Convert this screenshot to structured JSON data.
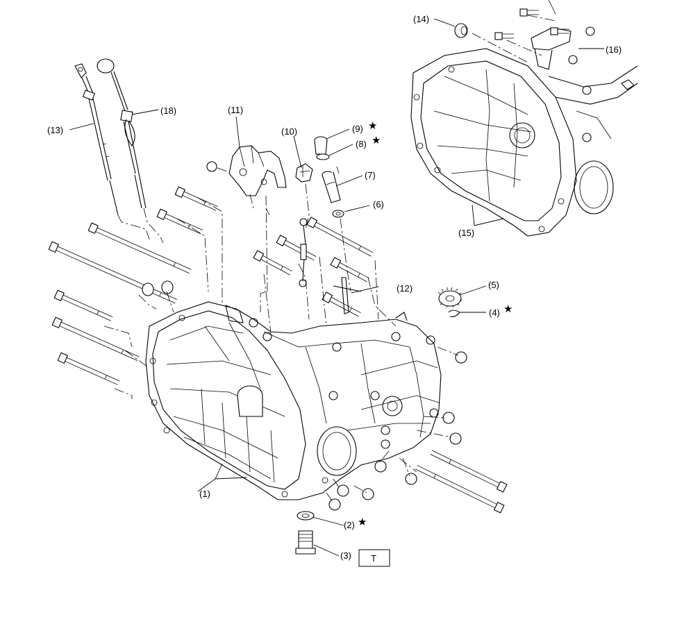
{
  "callouts": {
    "c1": "(1)",
    "c2": "(2)",
    "c3": "(3)",
    "c4": "(4)",
    "c5": "(5)",
    "c6": "(6)",
    "c7": "(7)",
    "c8": "(8)",
    "c9": "(9)",
    "c10": "(10)",
    "c11": "(11)",
    "c12": "(12)",
    "c13": "(13)",
    "c14": "(14)",
    "c15": "(15)",
    "c16": "(16)",
    "c18": "(18)"
  },
  "marks": {
    "star": "★",
    "torque_box": "T"
  }
}
